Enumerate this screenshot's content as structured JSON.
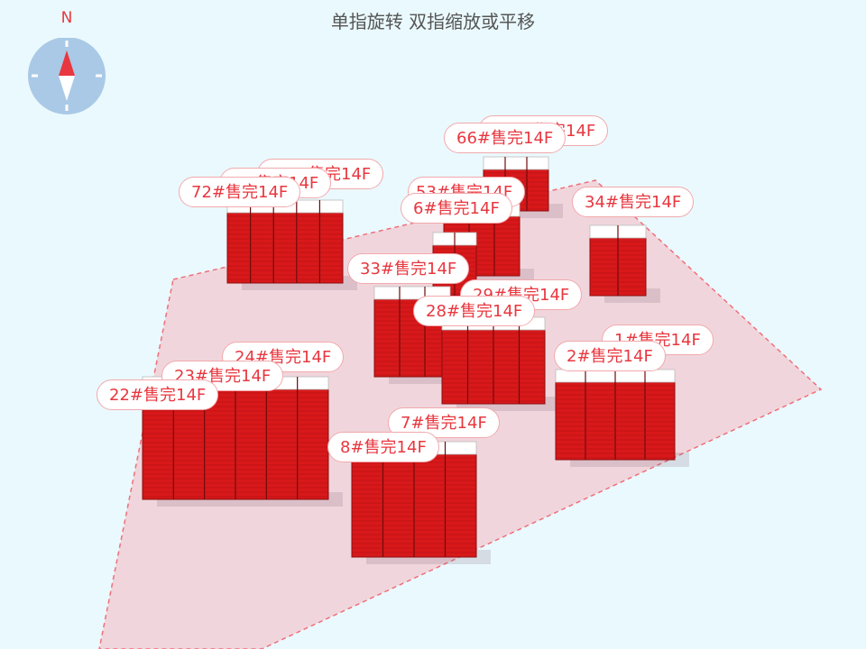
{
  "hint": "单指旋转 双指缩放或平移",
  "compass": {
    "north_label": "N"
  },
  "colors": {
    "background": "#eaf9fd",
    "site_fill": "#f0d6dc",
    "site_border": "#ef6f7a",
    "building_red": "#d8181a",
    "roof": "#ffffff",
    "label_text": "#e8373f"
  },
  "labels": [
    {
      "text": "66#售完14F"
    },
    {
      "text": "72#售完14F"
    },
    {
      "text": "53#售完14F"
    },
    {
      "text": "6#售完14F"
    },
    {
      "text": "34#售完14F"
    },
    {
      "text": "33#售完14F"
    },
    {
      "text": "29#售完14F"
    },
    {
      "text": "28#售完14F"
    },
    {
      "text": "1#售完14F"
    },
    {
      "text": "2#售完14F"
    },
    {
      "text": "24#售完14F"
    },
    {
      "text": "23#售完14F"
    },
    {
      "text": "22#售完14F"
    },
    {
      "text": "7#售完14F"
    },
    {
      "text": "8#售完14F"
    },
    {
      "text": "售完14F"
    },
    {
      "text": "售完14F"
    },
    {
      "text": "售完14F"
    }
  ]
}
